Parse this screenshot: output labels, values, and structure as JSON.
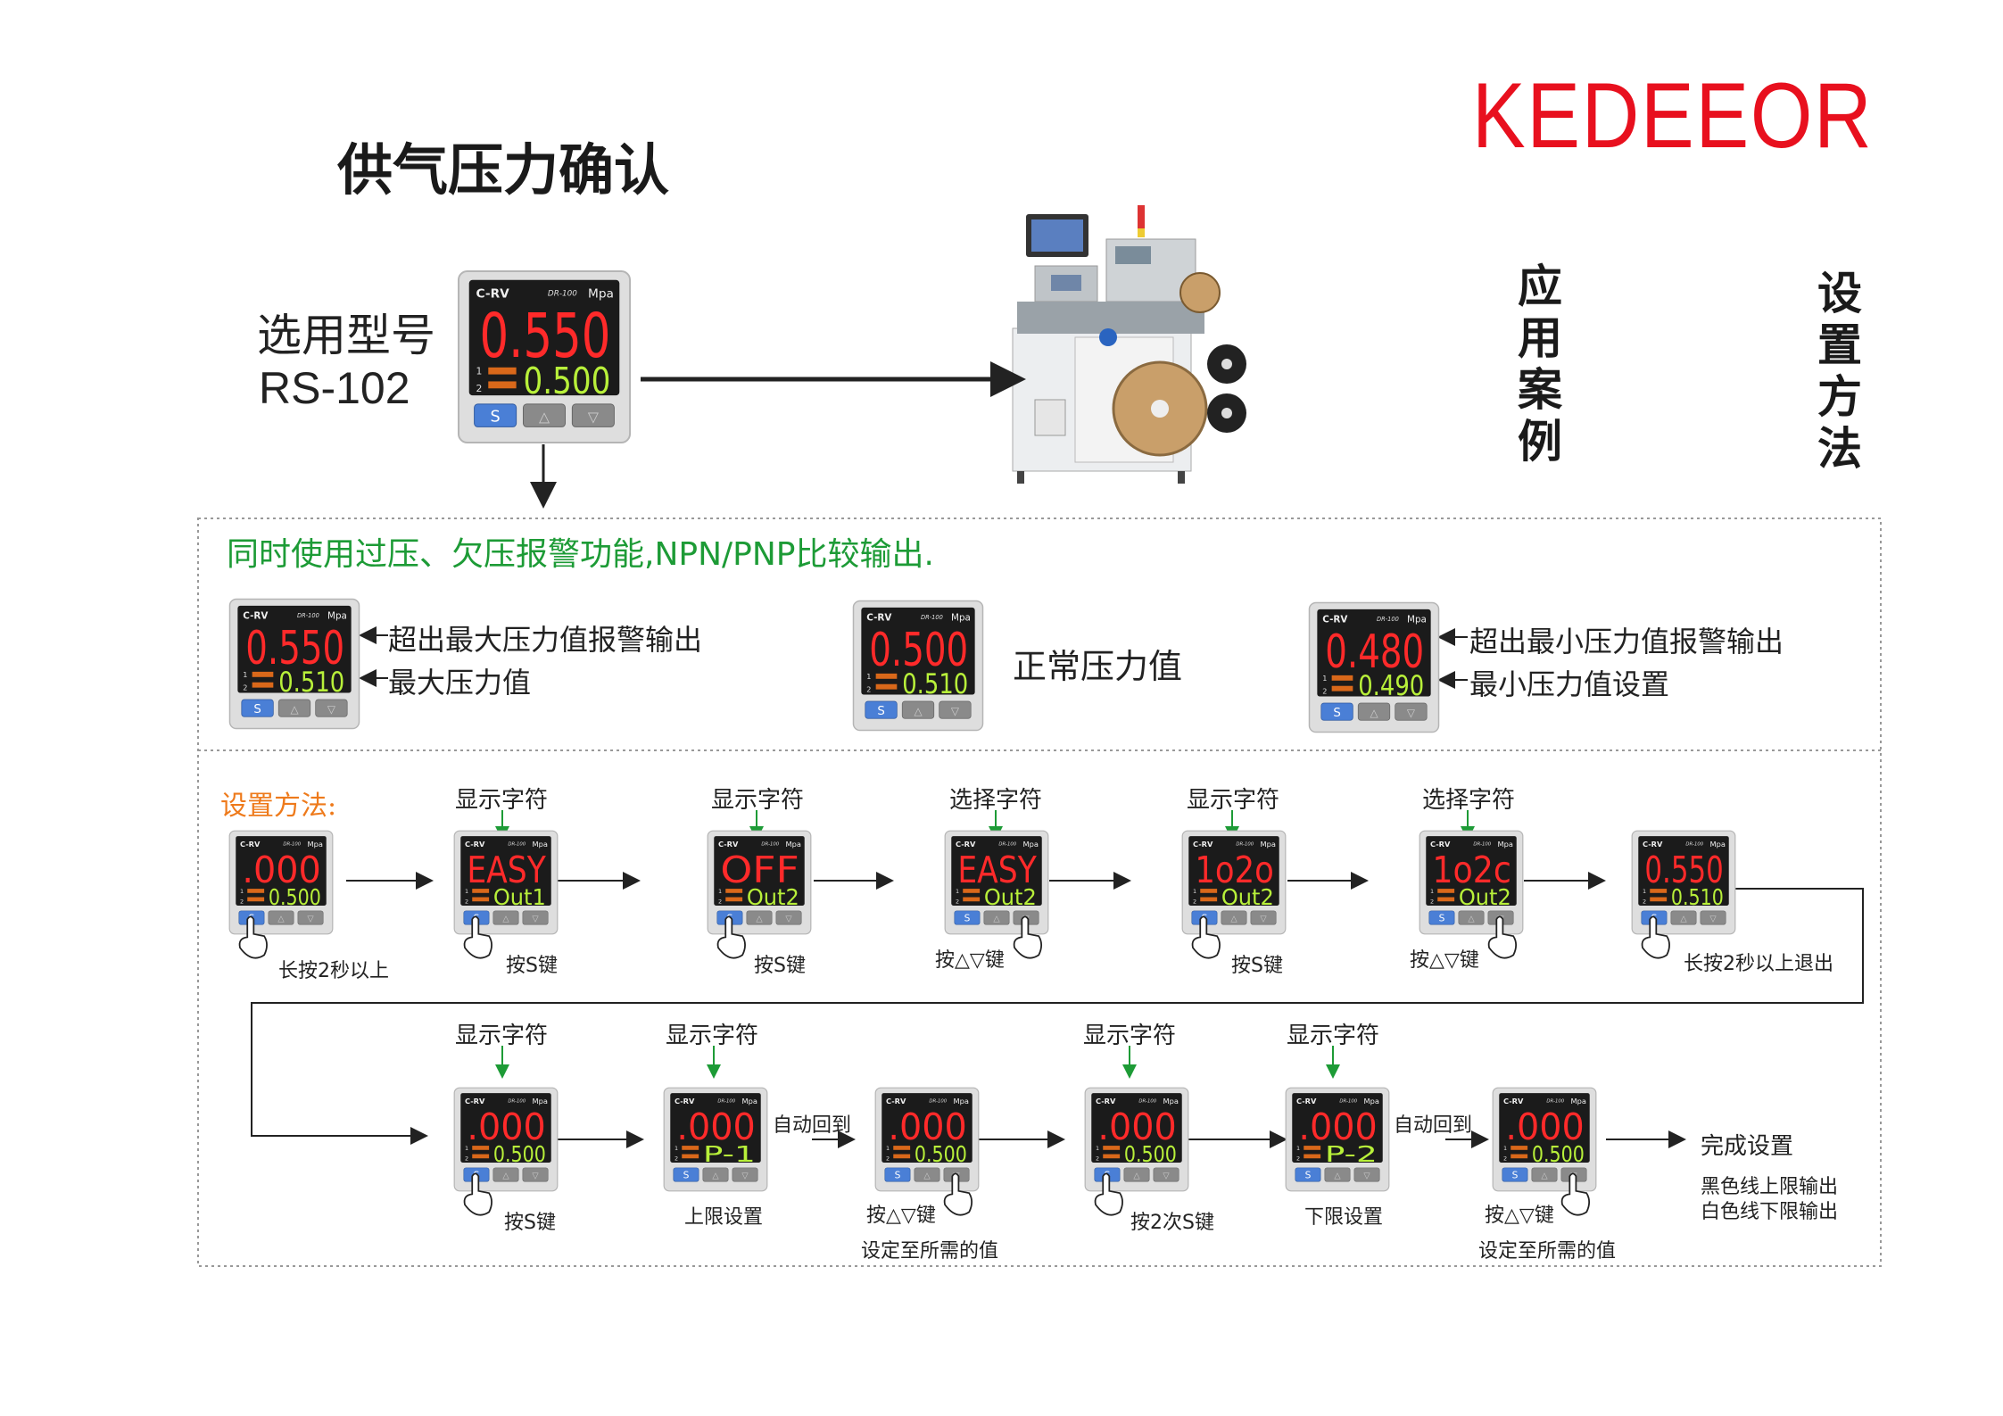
{
  "brand": "KEDEEOR",
  "title": "供气压力确认",
  "model_label": "选用型号",
  "model_code": "RS-102",
  "side_application": "应用案例",
  "side_setup": "设置方法",
  "device_brand": "C-RV",
  "device_model": "DR-100",
  "device_unit": "Mpa",
  "device_buttons": {
    "s": "S",
    "up": "△",
    "down": "▽"
  },
  "feature_note": "同时使用过压、欠压报警功能,NPN/PNP比较输出.",
  "main_device": {
    "main": "0.550",
    "sub": "0.500"
  },
  "examples": [
    {
      "main": "0.550",
      "sub": "0.510",
      "callout_top": "超出最大压力值报警输出",
      "callout_bottom": "最大压力值"
    },
    {
      "main": "0.500",
      "sub": "0.510",
      "callout_center": "正常压力值"
    },
    {
      "main": "0.480",
      "sub": "0.490",
      "callout_top": "超出最小压力值报警输出",
      "callout_bottom": "最小压力值设置"
    }
  ],
  "setup_title": "设置方法:",
  "row1": [
    {
      "main": ".000",
      "sub": "0.500",
      "action": "长按2秒以上"
    },
    {
      "top": "显示字符",
      "main": "EASY",
      "sub": "Out1",
      "action": "按S键"
    },
    {
      "top": "显示字符",
      "main": "OFF",
      "sub": "Out2",
      "action": "按S键"
    },
    {
      "top": "选择字符",
      "main": "EASY",
      "sub": "Out2",
      "action": "按△▽键"
    },
    {
      "top": "显示字符",
      "main": "1o2o",
      "sub": "Out2",
      "action": "按S键"
    },
    {
      "top": "选择字符",
      "main": "1o2c",
      "sub": "Out2",
      "action": "按△▽键"
    },
    {
      "main": "0.550",
      "sub": "0.510",
      "action": "长按2秒以上退出"
    }
  ],
  "row2": [
    {
      "top": "显示字符",
      "main": ".000",
      "sub": "0.500",
      "action": "按S键"
    },
    {
      "top": "显示字符",
      "main": ".000",
      "sub": "P-1",
      "action": "上限设置",
      "side": "自动回到"
    },
    {
      "main": ".000",
      "sub": "0.500",
      "action": "按△▽键",
      "action2": "设定至所需的值"
    },
    {
      "top": "显示字符",
      "main": ".000",
      "sub": "0.500",
      "action": "按2次S键"
    },
    {
      "top": "显示字符",
      "main": ".000",
      "sub": "P-2",
      "action": "下限设置",
      "side": "自动回到"
    },
    {
      "main": ".000",
      "sub": "0.500",
      "action": "按△▽键",
      "action2": "设定至所需的值"
    }
  ],
  "final": {
    "title": "完成设置",
    "line1": "黑色线上限输出",
    "line2": "白色线下限输出"
  },
  "colors": {
    "brand": "#e8101e",
    "lcd_red": "#ff2a2a",
    "lcd_green": "#b8f03a",
    "green_text": "#1d9b36",
    "orange_text": "#ee7a1b",
    "s_button": "#4a7fd6"
  }
}
